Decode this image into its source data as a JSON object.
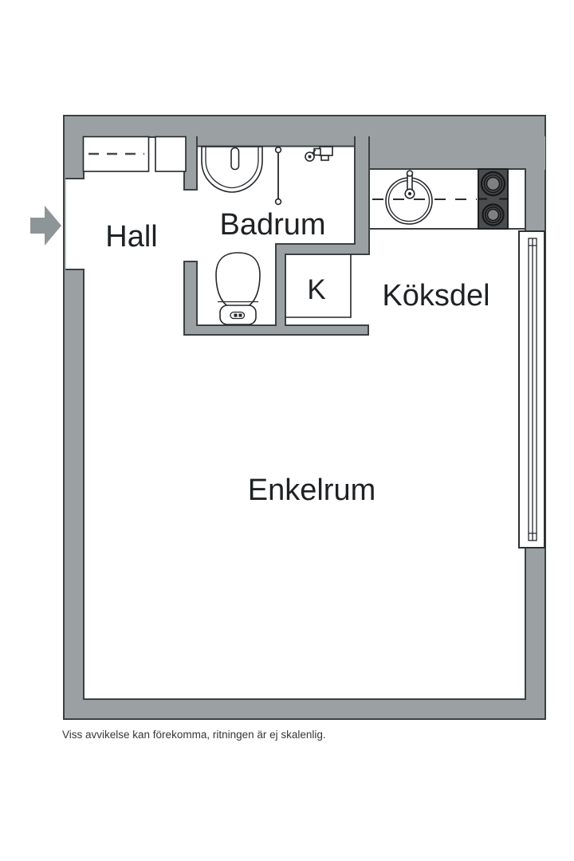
{
  "page": {
    "background": "#ffffff"
  },
  "colors": {
    "wall": "#9ba1a3",
    "wall_outline": "#3c4043",
    "fixture_line": "#24272b",
    "stove_body": "#4a4c4e",
    "burner_disc": "#7e8082",
    "entrance_arrow": "#8e9597",
    "text": "#1f2225"
  },
  "floorplan": {
    "rooms": [
      {
        "id": "hall",
        "label": "Hall"
      },
      {
        "id": "badrum",
        "label": "Badrum"
      },
      {
        "id": "k-closet",
        "label": "K"
      },
      {
        "id": "koksdel",
        "label": "Köksdel"
      },
      {
        "id": "enkelrum",
        "label": "Enkelrum"
      }
    ],
    "fixtures": [
      "entrance-arrow",
      "wardrobe-dashed-rail",
      "hall-cabinet",
      "washbasin",
      "shower-line",
      "shower-mixer",
      "toilet",
      "kitchen-counter",
      "kitchen-sink",
      "stove-two-burners",
      "window"
    ],
    "disclaimer": "Viss avvikelse kan förekomma, ritningen är ej skalenlig."
  }
}
